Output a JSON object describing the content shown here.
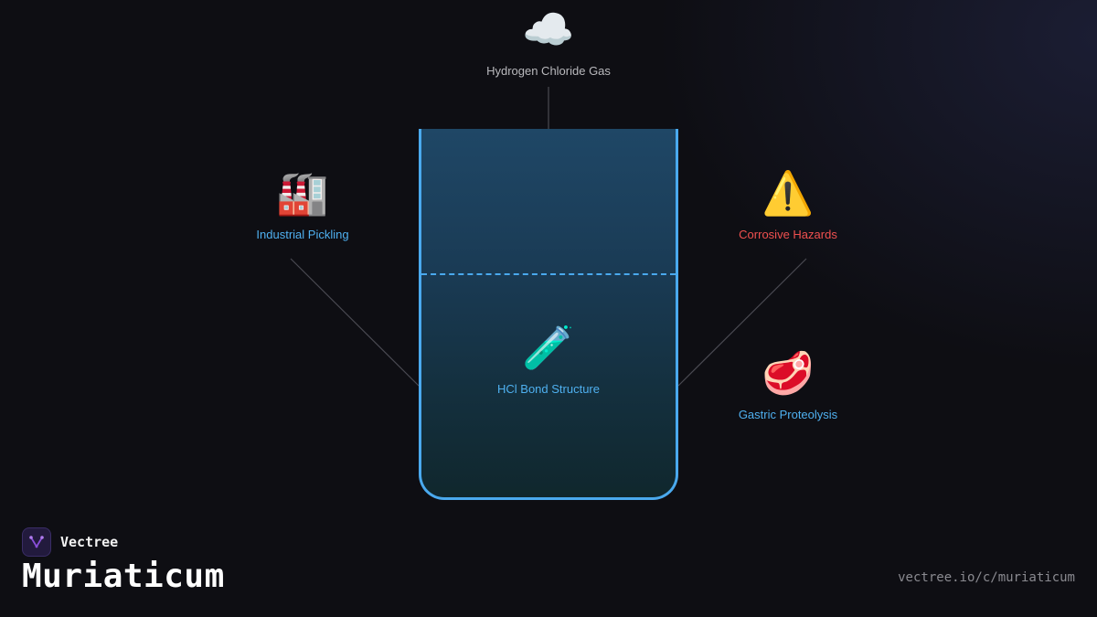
{
  "diagram": {
    "top": {
      "icon": "cloud-icon",
      "glyph": "☁️",
      "label": "Hydrogen Chloride Gas"
    },
    "center": {
      "icon": "test-tube-icon",
      "glyph": "🧪",
      "label": "HCl Bond Structure"
    },
    "left": {
      "icon": "factory-icon",
      "glyph": "🏭",
      "label": "Industrial Pickling"
    },
    "right_top": {
      "icon": "warning-icon",
      "glyph": "⚠️",
      "label": "Corrosive Hazards"
    },
    "right_bottom": {
      "icon": "meat-icon",
      "glyph": "🥩",
      "label": "Gastric Proteolysis"
    }
  },
  "brand": {
    "name": "Vectree",
    "logo_icon": "vectree-logo-icon"
  },
  "page": {
    "title": "Muriaticum",
    "url": "vectree.io/c/muriaticum"
  },
  "colors": {
    "background": "#0e0e13",
    "accent_blue": "#4aa9ee",
    "label_blue": "#4fb0f0",
    "hazard_red": "#f0504f",
    "connector": "#4a4a52",
    "brand_purple": "#8a4fd8"
  }
}
